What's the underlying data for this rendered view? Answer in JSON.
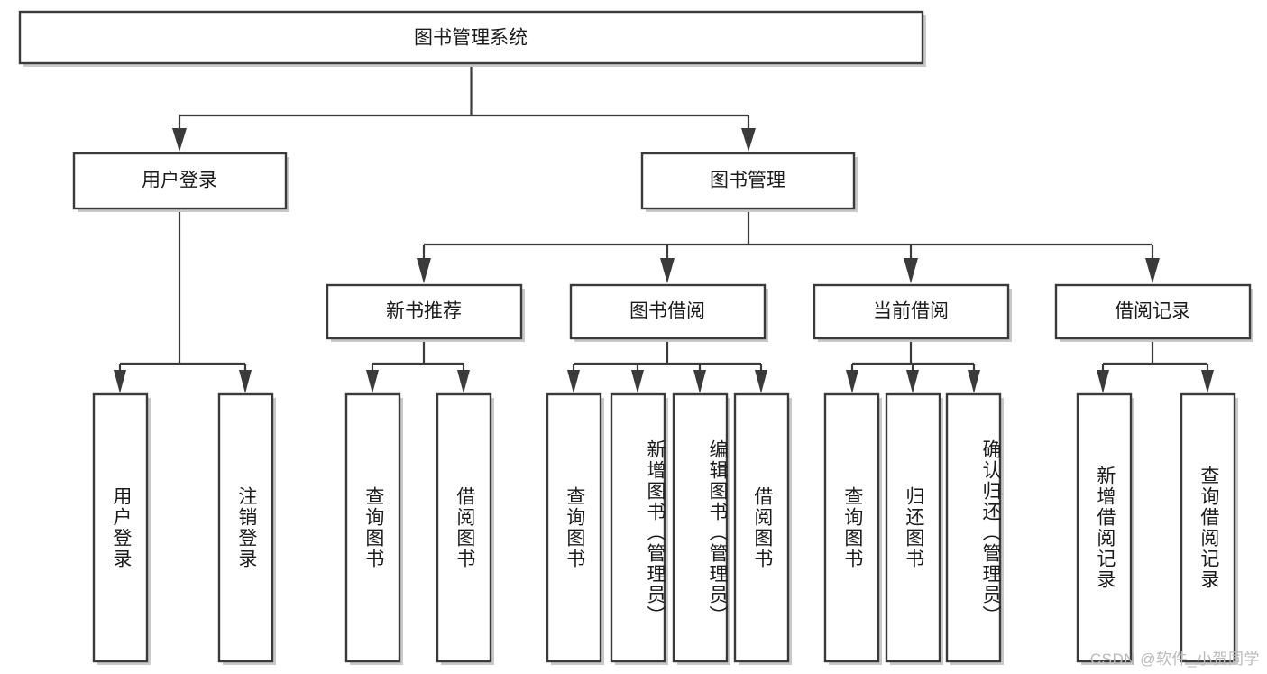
{
  "diagram": {
    "type": "tree-hierarchy",
    "title": "图书管理系统",
    "orientation": "top-down",
    "watermark": "CSDN @软件_小贺同学",
    "colors": {
      "stroke": "#3a3a3a",
      "fill": "#ffffff",
      "text": "#1b1b1b",
      "shadow": "#c9c9c9",
      "watermark": "#b9b9b9"
    },
    "root": {
      "label": "图书管理系统"
    },
    "level1": [
      {
        "label": "用户登录"
      },
      {
        "label": "图书管理"
      }
    ],
    "level2": [
      {
        "label": "新书推荐"
      },
      {
        "label": "图书借阅"
      },
      {
        "label": "当前借阅"
      },
      {
        "label": "借阅记录"
      }
    ],
    "leaves": {
      "user_login": [
        {
          "label": "用户登录"
        },
        {
          "label": "注销登录"
        }
      ],
      "new_book_recommend": [
        {
          "label": "查询图书"
        },
        {
          "label": "借阅图书"
        }
      ],
      "book_borrow": [
        {
          "label": "查询图书"
        },
        {
          "label": "新增图书（管理员）"
        },
        {
          "label": "编辑图书（管理员）"
        },
        {
          "label": "借阅图书"
        }
      ],
      "current_borrow": [
        {
          "label": "查询图书"
        },
        {
          "label": "归还图书"
        },
        {
          "label": "确认归还（管理员）"
        }
      ],
      "borrow_record": [
        {
          "label": "新增借阅记录"
        },
        {
          "label": "查询借阅记录"
        }
      ]
    }
  }
}
